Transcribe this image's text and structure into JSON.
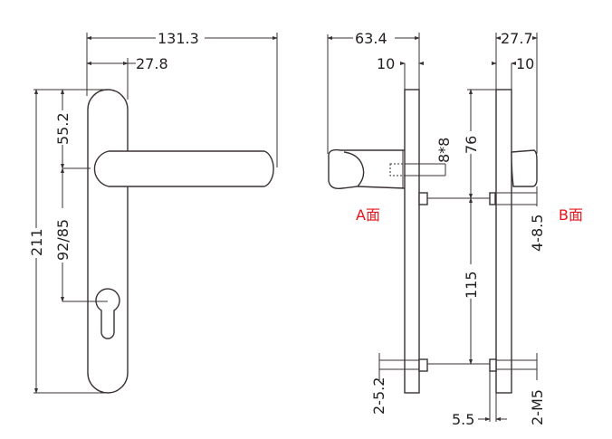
{
  "front_view": {
    "dim_total_width": "131.3",
    "dim_plate_width": "27.8",
    "dim_total_height": "211",
    "dim_top_to_handle": "55.2",
    "dim_handle_to_cylinder": "92/85"
  },
  "side_views": {
    "dim_a_depth": "63.4",
    "dim_a_plate": "10",
    "dim_spindle": "8*8",
    "label_a": "A面",
    "dim_b_depth": "27.7",
    "dim_b_plate": "10",
    "dim_top_to_screw": "76",
    "dim_screw_spacing": "115",
    "dim_b_holes": "4-8.5",
    "label_b": "B面",
    "dim_a_bottom_holes": "2-5.2",
    "dim_b_boss": "5.5",
    "dim_b_threads": "2-M5"
  },
  "colors": {
    "line": "#3a3232",
    "label": "#e8141c"
  }
}
